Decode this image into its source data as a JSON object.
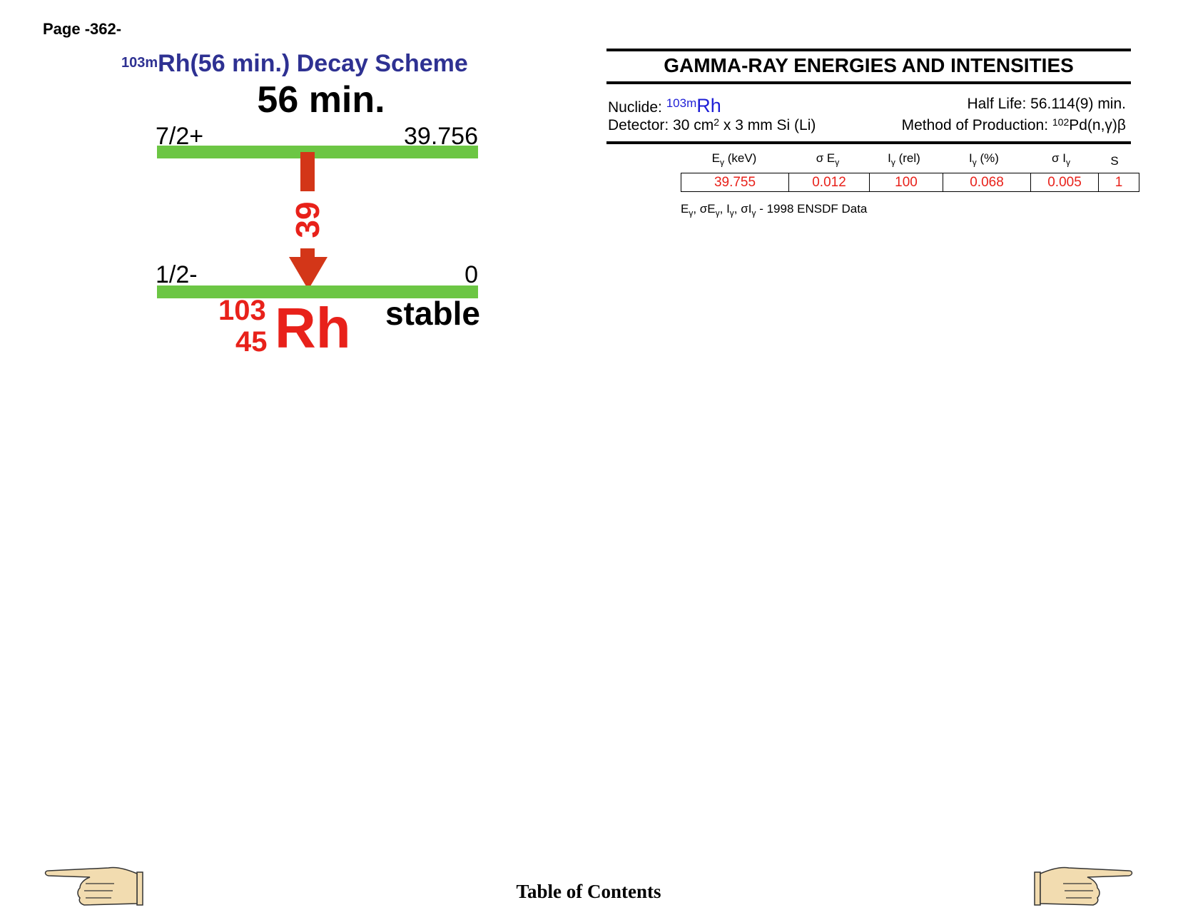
{
  "page_number": "Page -362-",
  "decay_scheme": {
    "title_superscript": "103m",
    "title_text": "Rh(56 min.) Decay Scheme",
    "half_life": "56 min.",
    "upper_level": {
      "spin": "7/2+",
      "energy": "39.756"
    },
    "lower_level": {
      "spin": "1/2-",
      "energy": "0"
    },
    "gamma_label": "39",
    "daughter": {
      "mass": "103",
      "z": "45",
      "symbol": "Rh",
      "status": "stable"
    },
    "colors": {
      "level": "#6cc644",
      "gamma": "#d33618",
      "daughter": "#e8211a",
      "title": "#2e3192"
    }
  },
  "gamma_table": {
    "heading": "GAMMA-RAY ENERGIES AND INTENSITIES",
    "nuclide_label": "Nuclide:",
    "nuclide_sup": "103m",
    "nuclide_symbol": "Rh",
    "half_life": "Half Life: 56.114(9) min.",
    "detector_pre": "Detector: 30 cm",
    "detector_sup": "2",
    "detector_post": " x 3 mm Si (Li)",
    "method_pre": "Method of Production: ",
    "method_sup": "102",
    "method_post": "Pd(n,γ)β",
    "columns": [
      {
        "main": "E",
        "sub": "γ",
        "suffix": " (keV)"
      },
      {
        "main": "σ E",
        "sub": "γ",
        "suffix": ""
      },
      {
        "main": "I",
        "sub": "γ",
        "suffix": " (rel)"
      },
      {
        "main": "I",
        "sub": "γ",
        "suffix": " (%)"
      },
      {
        "main": "σ I",
        "sub": "γ",
        "suffix": ""
      },
      {
        "main": "S",
        "sub": "",
        "suffix": ""
      }
    ],
    "rows": [
      [
        "39.755",
        "0.012",
        "100",
        "0.068",
        "0.005",
        "1"
      ]
    ],
    "footnote_source": "1998 ENSDF Data"
  },
  "footer": {
    "table_of_contents": "Table of Contents"
  }
}
